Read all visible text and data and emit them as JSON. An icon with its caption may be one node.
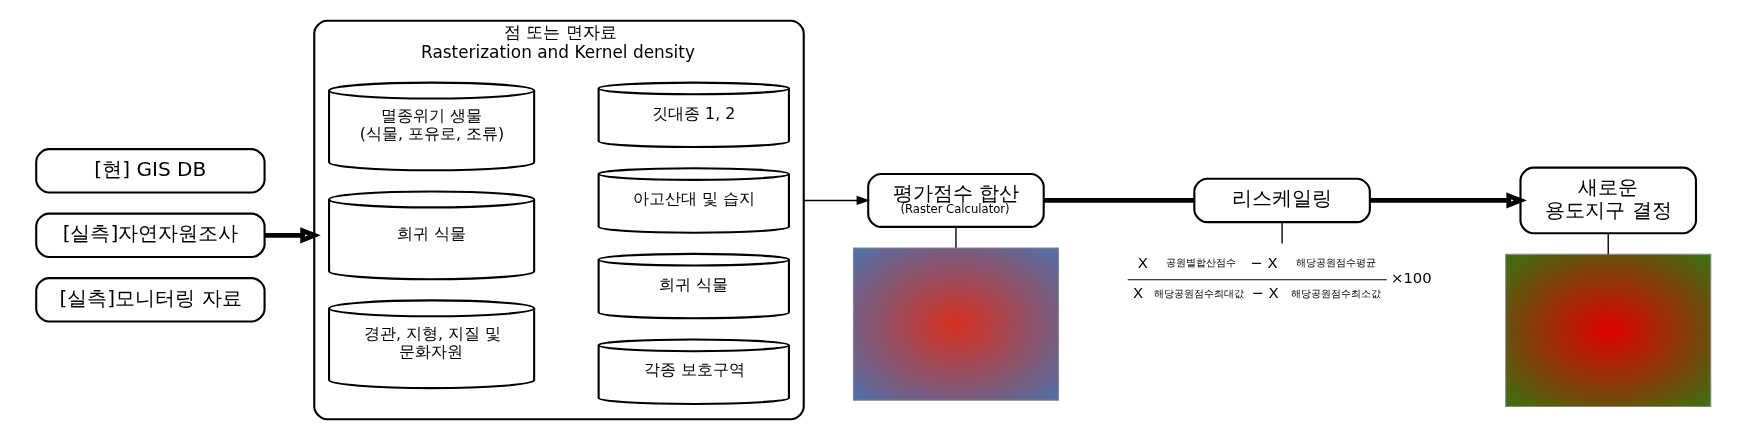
{
  "diagram": {
    "nodes": [
      {
        "text": [
          "[현] GIS DB"
        ]
      },
      {
        "text": [
          "[실측]자연자원조사"
        ]
      },
      {
        "text": [
          "[실측]모니터링 자료"
        ]
      },
      {
        "text": [
          "점 또는 면자료",
          "Rasterization and Kernel density"
        ]
      },
      {
        "text": [
          "멸종위기 생물 (식물, 포유로, 조류)"
        ],
        "in": 3
      },
      {
        "text": [
          "희귀 식물"
        ],
        "in": 3
      },
      {
        "text": [
          "경관, 지형, 지질 및 문화자원"
        ],
        "in": 3
      },
      {
        "text": [
          "깃대종 1, 2"
        ],
        "in": 3
      },
      {
        "text": [
          "아고산대 및 습지"
        ],
        "in": 3
      },
      {
        "text": [
          "희귀 식물"
        ],
        "in": 3
      },
      {
        "text": [
          "각종 보호구역"
        ],
        "in": 3
      },
      {
        "text": [
          "평가점수 합산",
          "(Raster Calculator)"
        ]
      },
      {
        "text": [
          "리스케일링"
        ]
      },
      {
        "text": [
          "새로운 용도지구 결정"
        ]
      },
      {
        "text": [
          "X$_{공원별합산점수}$ − X$_{해당공원점수평균}$",
          "×100",
          "X$_{해당공원점수최대값}$ − X$_{해당공원점수최소값}$"
        ]
      },
      {
        "text": [],
        "shape": "picture"
      },
      {
        "text": [],
        "shape": "picture"
      }
    ],
    "edges": [
      {
        "from": 1,
        "to": 3,
        "arrow": "to",
        "style": "thick"
      },
      {
        "from": 3,
        "to": 11,
        "arrow": "to"
      },
      {
        "from": 11,
        "to": 12,
        "arrow": "none",
        "style": "thick"
      },
      {
        "from": 12,
        "to": 13,
        "arrow": "to",
        "style": "thick"
      },
      {
        "from": 11,
        "to": 15,
        "arrow": "none"
      },
      {
        "from": 12,
        "to": 14,
        "arrow": "none"
      },
      {
        "from": 13,
        "to": 16,
        "arrow": "none"
      }
    ]
  }
}
